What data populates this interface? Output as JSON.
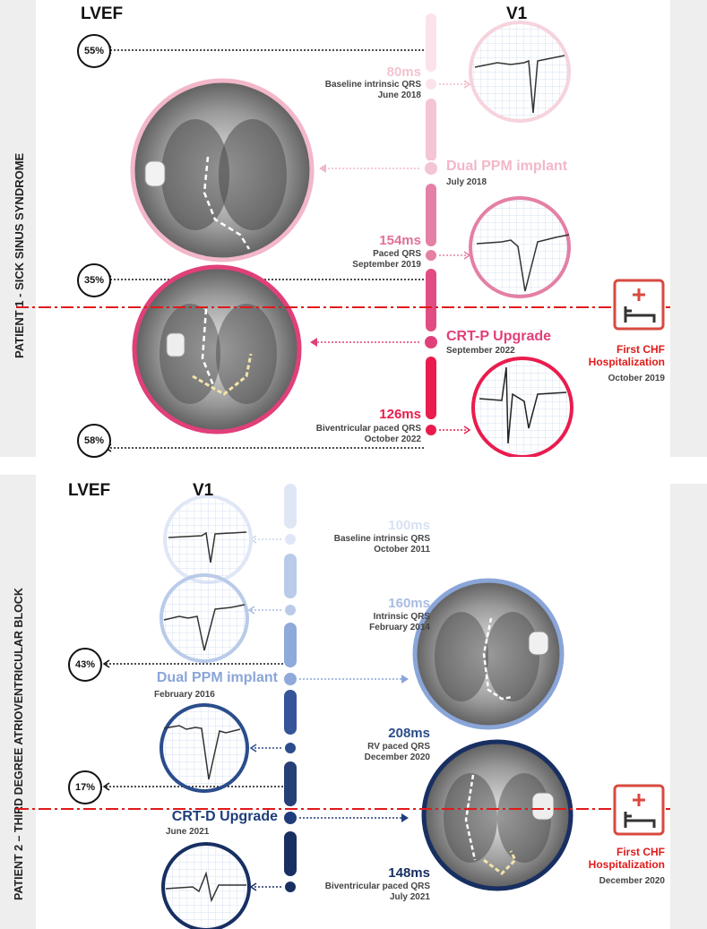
{
  "patient1": {
    "title": "PATIENT 1 - SICK SINUS SYNDROME",
    "lvef_header": "LVEF",
    "v1_header": "V1",
    "lvef": [
      "55%",
      "35%",
      "58%"
    ],
    "qrs": [
      {
        "value": "80ms",
        "desc": "Baseline intrinsic QRS",
        "date": "June 2018",
        "color": "#f3c4cf"
      },
      {
        "value": "154ms",
        "desc": "Paced QRS",
        "date": "September 2019",
        "color": "#e2709a"
      },
      {
        "value": "126ms",
        "desc": "Biventricular paced QRS",
        "date": "October 2022",
        "color": "#ea1c4d"
      }
    ],
    "events": [
      {
        "label": "Dual PPM implant",
        "date": "July 2018",
        "color": "#f2b7c8"
      },
      {
        "label": "CRT-P Upgrade",
        "date": "September 2022",
        "color": "#e0407a"
      }
    ],
    "chf": {
      "line1": "First CHF",
      "line2": "Hospitalization",
      "date": "October 2019"
    }
  },
  "patient2": {
    "title": "PATIENT 2 – THIRD DEGREE ATRIOVENTRICULAR BLOCK",
    "lvef_header": "LVEF",
    "v1_header": "V1",
    "lvef": [
      "43%",
      "17%"
    ],
    "qrs": [
      {
        "value": "100ms",
        "desc": "Baseline intrinsic QRS",
        "date": "October 2011",
        "color": "#d7e1f3"
      },
      {
        "value": "160ms",
        "desc": "Intrinsic QRS",
        "date": "February 2014",
        "color": "#a8bde2"
      },
      {
        "value": "208ms",
        "desc": "RV paced QRS",
        "date": "December 2020",
        "color": "#2b4d8c"
      },
      {
        "value": "148ms",
        "desc": "Biventricular paced QRS",
        "date": "July 2021",
        "color": "#182f62"
      }
    ],
    "events": [
      {
        "label": "Dual PPM implant",
        "date": "February 2016",
        "color": "#8aa5d8"
      },
      {
        "label": "CRT-D Upgrade",
        "date": "June 2021",
        "color": "#1f3d7a"
      }
    ],
    "chf": {
      "line1": "First CHF",
      "line2": "Hospitalization",
      "date": "December 2020"
    }
  },
  "colors": {
    "chf_red": "#e01a1a",
    "pink_dark": "#ea1c4d",
    "navy": "#182f62"
  },
  "icons": [
    "hospital-bed-icon",
    "chest-xray-image",
    "ecg-trace-image"
  ]
}
